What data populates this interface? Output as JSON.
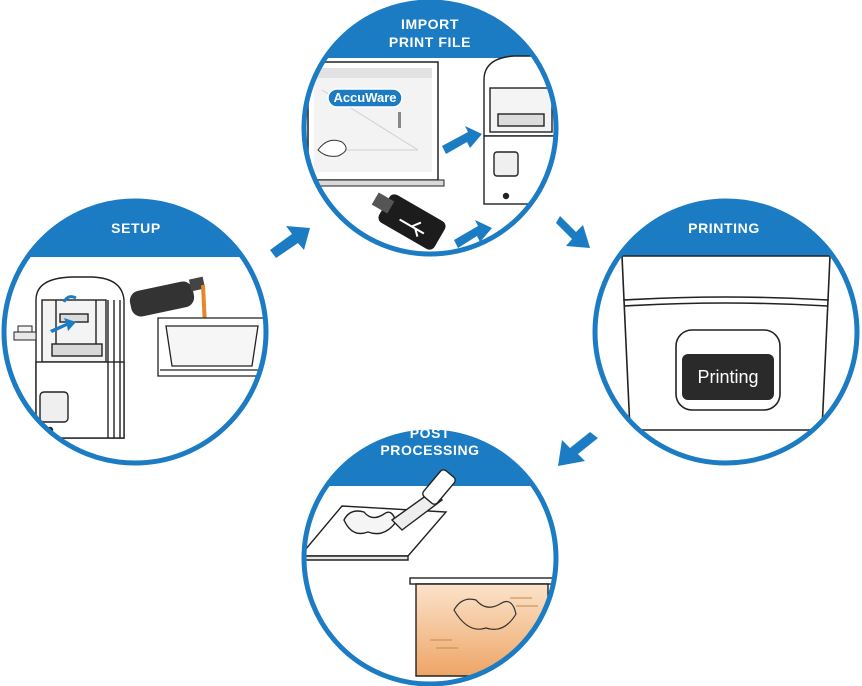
{
  "steps": {
    "setup": {
      "title": "SETUP"
    },
    "import": {
      "title_line1": "IMPORT",
      "title_line2": "PRINT FILE",
      "software_label": "AccuWare"
    },
    "printing": {
      "title": "PRINTING",
      "display_text": "Printing"
    },
    "post": {
      "title_line1": "POST",
      "title_line2": "PROCESSING"
    }
  },
  "colors": {
    "accent_blue": "#1b7cc4",
    "ring_blue": "#1b7cc4",
    "resin_orange": "#e8872a",
    "bath_orange": "#f1b27a",
    "screen_dark": "#2a2a2a"
  }
}
